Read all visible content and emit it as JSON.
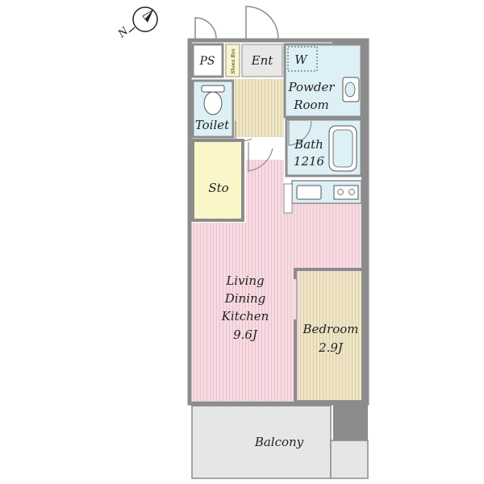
{
  "compass": {
    "north_label": "N",
    "icon": "compass-north-icon"
  },
  "rooms": {
    "ps": {
      "label": "PS"
    },
    "shoes_box": {
      "label": "Shoes Box"
    },
    "entrance": {
      "label": "Ent"
    },
    "washer": {
      "label": "W"
    },
    "powder_room": {
      "line1": "Powder",
      "line2": "Room"
    },
    "toilet": {
      "label": "Toilet"
    },
    "bath": {
      "line1": "Bath",
      "line2": "1216"
    },
    "storage": {
      "label": "Sto"
    },
    "ldk": {
      "line1": "Living",
      "line2": "Dining",
      "line3": "Kitchen",
      "area": "9.6J"
    },
    "bedroom": {
      "line1": "Bedroom",
      "area": "2.9J"
    },
    "balcony": {
      "label": "Balcony"
    }
  },
  "colors": {
    "wall": "#8c8c8c",
    "wall_dark": "#6e6e6e",
    "floor_pink": "#f7dbe2",
    "floor_wood": "#efe6c8",
    "wet_blue": "#dcf0f6",
    "storage_yellow": "#fbf6c8",
    "entry_gray": "#e8e8e8",
    "balcony_gray": "#e6e6e6"
  }
}
